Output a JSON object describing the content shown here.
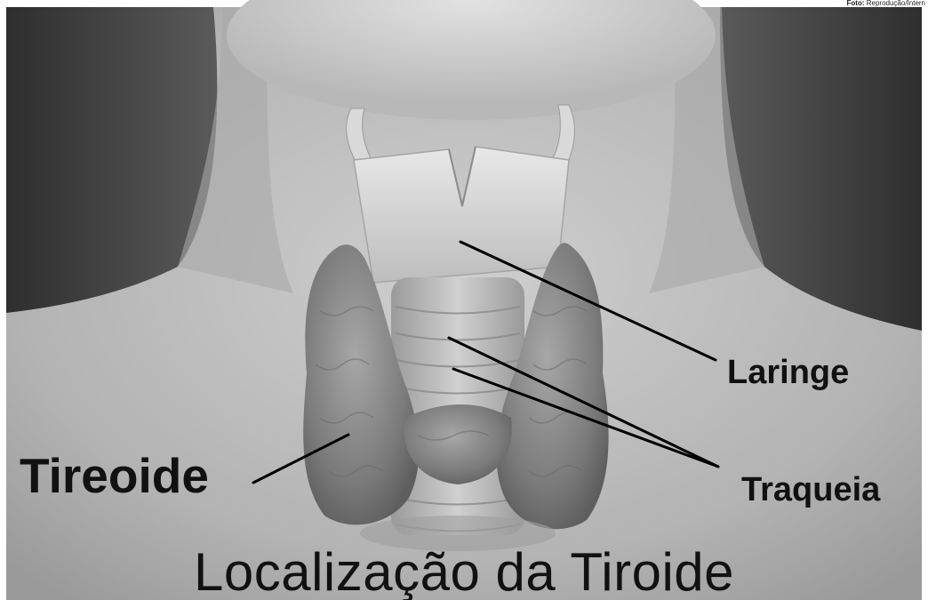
{
  "credit": {
    "prefix": "Foto:",
    "text": "Reprodução/Intern"
  },
  "labels": {
    "larynx": "Laringe",
    "thyroid": "Tireoide",
    "trachea": "Traqueia"
  },
  "title": "Localização da Tiroide",
  "colors": {
    "background": "#ffffff",
    "skin": "#b9b9b9",
    "hair": "#4a4a4a",
    "gland": "#8a8a8a",
    "cartilage": "#d6d6d6",
    "leader_line": "#000000"
  }
}
